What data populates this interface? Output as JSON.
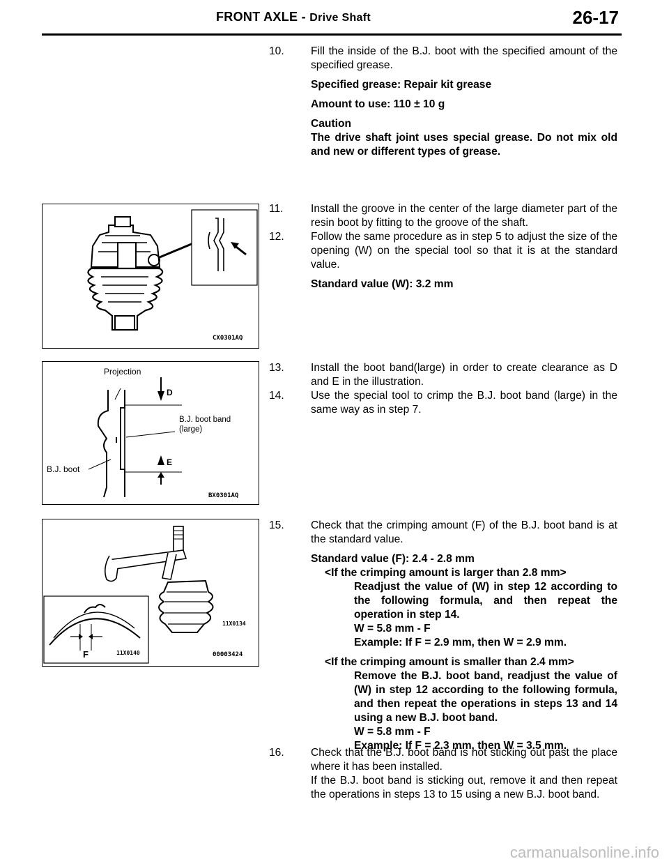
{
  "header": {
    "section": "FRONT AXLE",
    "separator": " - ",
    "subsection": "Drive Shaft",
    "page": "26-17"
  },
  "step10": {
    "num": "10.",
    "text": "Fill the inside of the B.J. boot with the specified amount of the specified grease.",
    "spec1": "Specified grease: Repair kit grease",
    "spec2": "Amount to use: 110 ± 10 g",
    "caution_title": "Caution",
    "caution_text": "The drive shaft joint uses special grease. Do not mix old and new or different types of grease."
  },
  "step11": {
    "num": "11.",
    "text": "Install the groove in the center of the large diameter part of the resin boot by fitting to the groove of the shaft."
  },
  "step12": {
    "num": "12.",
    "text": "Follow the same procedure as in step 5 to adjust the size of the opening (W) on the special tool so that it is at the standard value.",
    "spec": "Standard value (W): 3.2 mm"
  },
  "step13": {
    "num": "13.",
    "text": "Install the boot band(large) in order to create clearance as D and E in the illustration."
  },
  "step14": {
    "num": "14.",
    "text": "Use the special tool to crimp the B.J. boot band (large) in the same way as in step 7."
  },
  "step15": {
    "num": "15.",
    "text": "Check that the crimping amount (F) of the B.J. boot band is at the standard value.",
    "spec": "Standard value (F): 2.4 - 2.8 mm",
    "case1_title": "<If the crimping amount is larger than 2.8 mm>",
    "case1_text": "Readjust the value of (W) in step 12 according to the following formula, and then repeat the operation in step 14.",
    "case1_formula": "W = 5.8 mm - F",
    "case1_example": "Example: If F = 2.9 mm, then W = 2.9 mm.",
    "case2_title": "<If the crimping amount is smaller than 2.4 mm>",
    "case2_text": "Remove the B.J. boot band, readjust the value of (W) in step 12 according to the following formula, and then repeat the operations in steps 13 and 14 using a new B.J. boot band.",
    "case2_formula": "W = 5.8 mm - F",
    "case2_example": "Example: If F = 2.3 mm, then W = 3.5 mm."
  },
  "step16": {
    "num": "16.",
    "text1": "Check that the B.J. boot band is not sticking out past the place where it has been installed.",
    "text2": "If the B.J. boot band is sticking out, remove it and then repeat the operations in steps 13 to 15 using a new B.J. boot band."
  },
  "figures": {
    "fig1": {
      "code": "CX0301AQ"
    },
    "fig2": {
      "code": "BX0301AQ",
      "label_projection": "Projection",
      "label_d": "D",
      "label_e": "E",
      "label_band_1": "B.J. boot band",
      "label_band_2": "(large)",
      "label_boot": "B.J. boot"
    },
    "fig3": {
      "code_main": "00003424",
      "code_tool": "11X0134",
      "code_inset": "11X0140",
      "label_f": "F"
    }
  },
  "watermark": "carmanualsonline.info"
}
